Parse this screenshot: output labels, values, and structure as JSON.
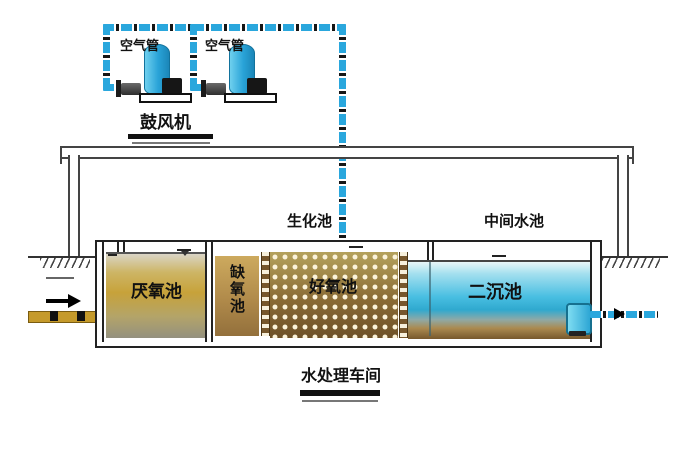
{
  "labels": {
    "air_pipe_1": "空气管",
    "air_pipe_2": "空气管",
    "blower": "鼓风机",
    "biochemical_tank": "生化池",
    "intermediate_tank": "中间水池",
    "anaerobic_tank": "厌氧池",
    "anoxic_tank": "缺氧池",
    "aerobic_tank": "好氧池",
    "secondary_tank": "二沉池",
    "workshop": "水处理车间"
  },
  "colors": {
    "pipe_cyan": "#2aa7dd",
    "blower_cyan": "#29a3d8",
    "anaerobic_gold": "#c7a23a",
    "anoxic_tan": "#b08a4a",
    "aerobic_brown": "#8a6b35",
    "aerobic_dot_cream": "#fbf3da",
    "secondary_water_cyan": "#2fa9cf",
    "sediment_brown": "#77582c",
    "inlet_pipe_gold": "#c59a2b",
    "line_dark": "#222222"
  }
}
